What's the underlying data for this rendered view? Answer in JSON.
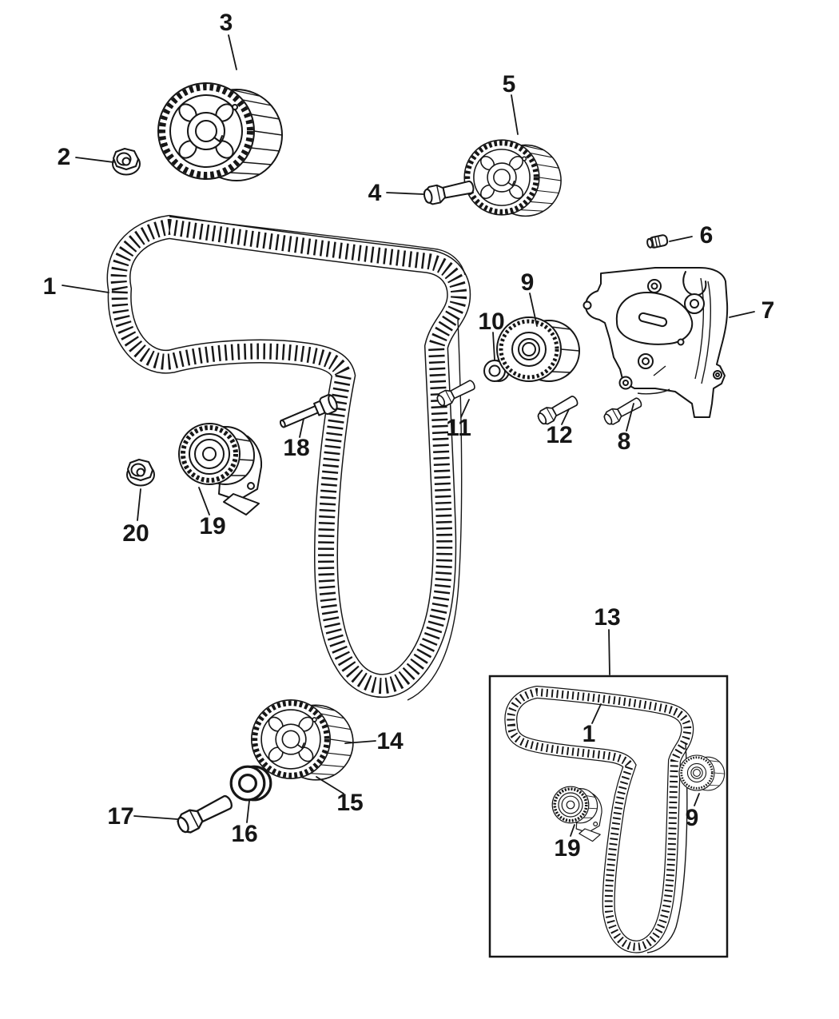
{
  "colors": {
    "background": "#ffffff",
    "ink": "#161616"
  },
  "callouts": {
    "c1": "1",
    "c2": "2",
    "c3": "3",
    "c4": "4",
    "c5": "5",
    "c6": "6",
    "c7": "7",
    "c8": "8",
    "c9": "9",
    "c10": "10",
    "c11": "11",
    "c12": "12",
    "c13": "13",
    "c14": "14",
    "c15": "15",
    "c16": "16",
    "c17": "17",
    "c18": "18",
    "c19": "19",
    "c20": "20"
  },
  "inset_callouts": {
    "c1": "1",
    "c9": "9",
    "c19": "19"
  }
}
